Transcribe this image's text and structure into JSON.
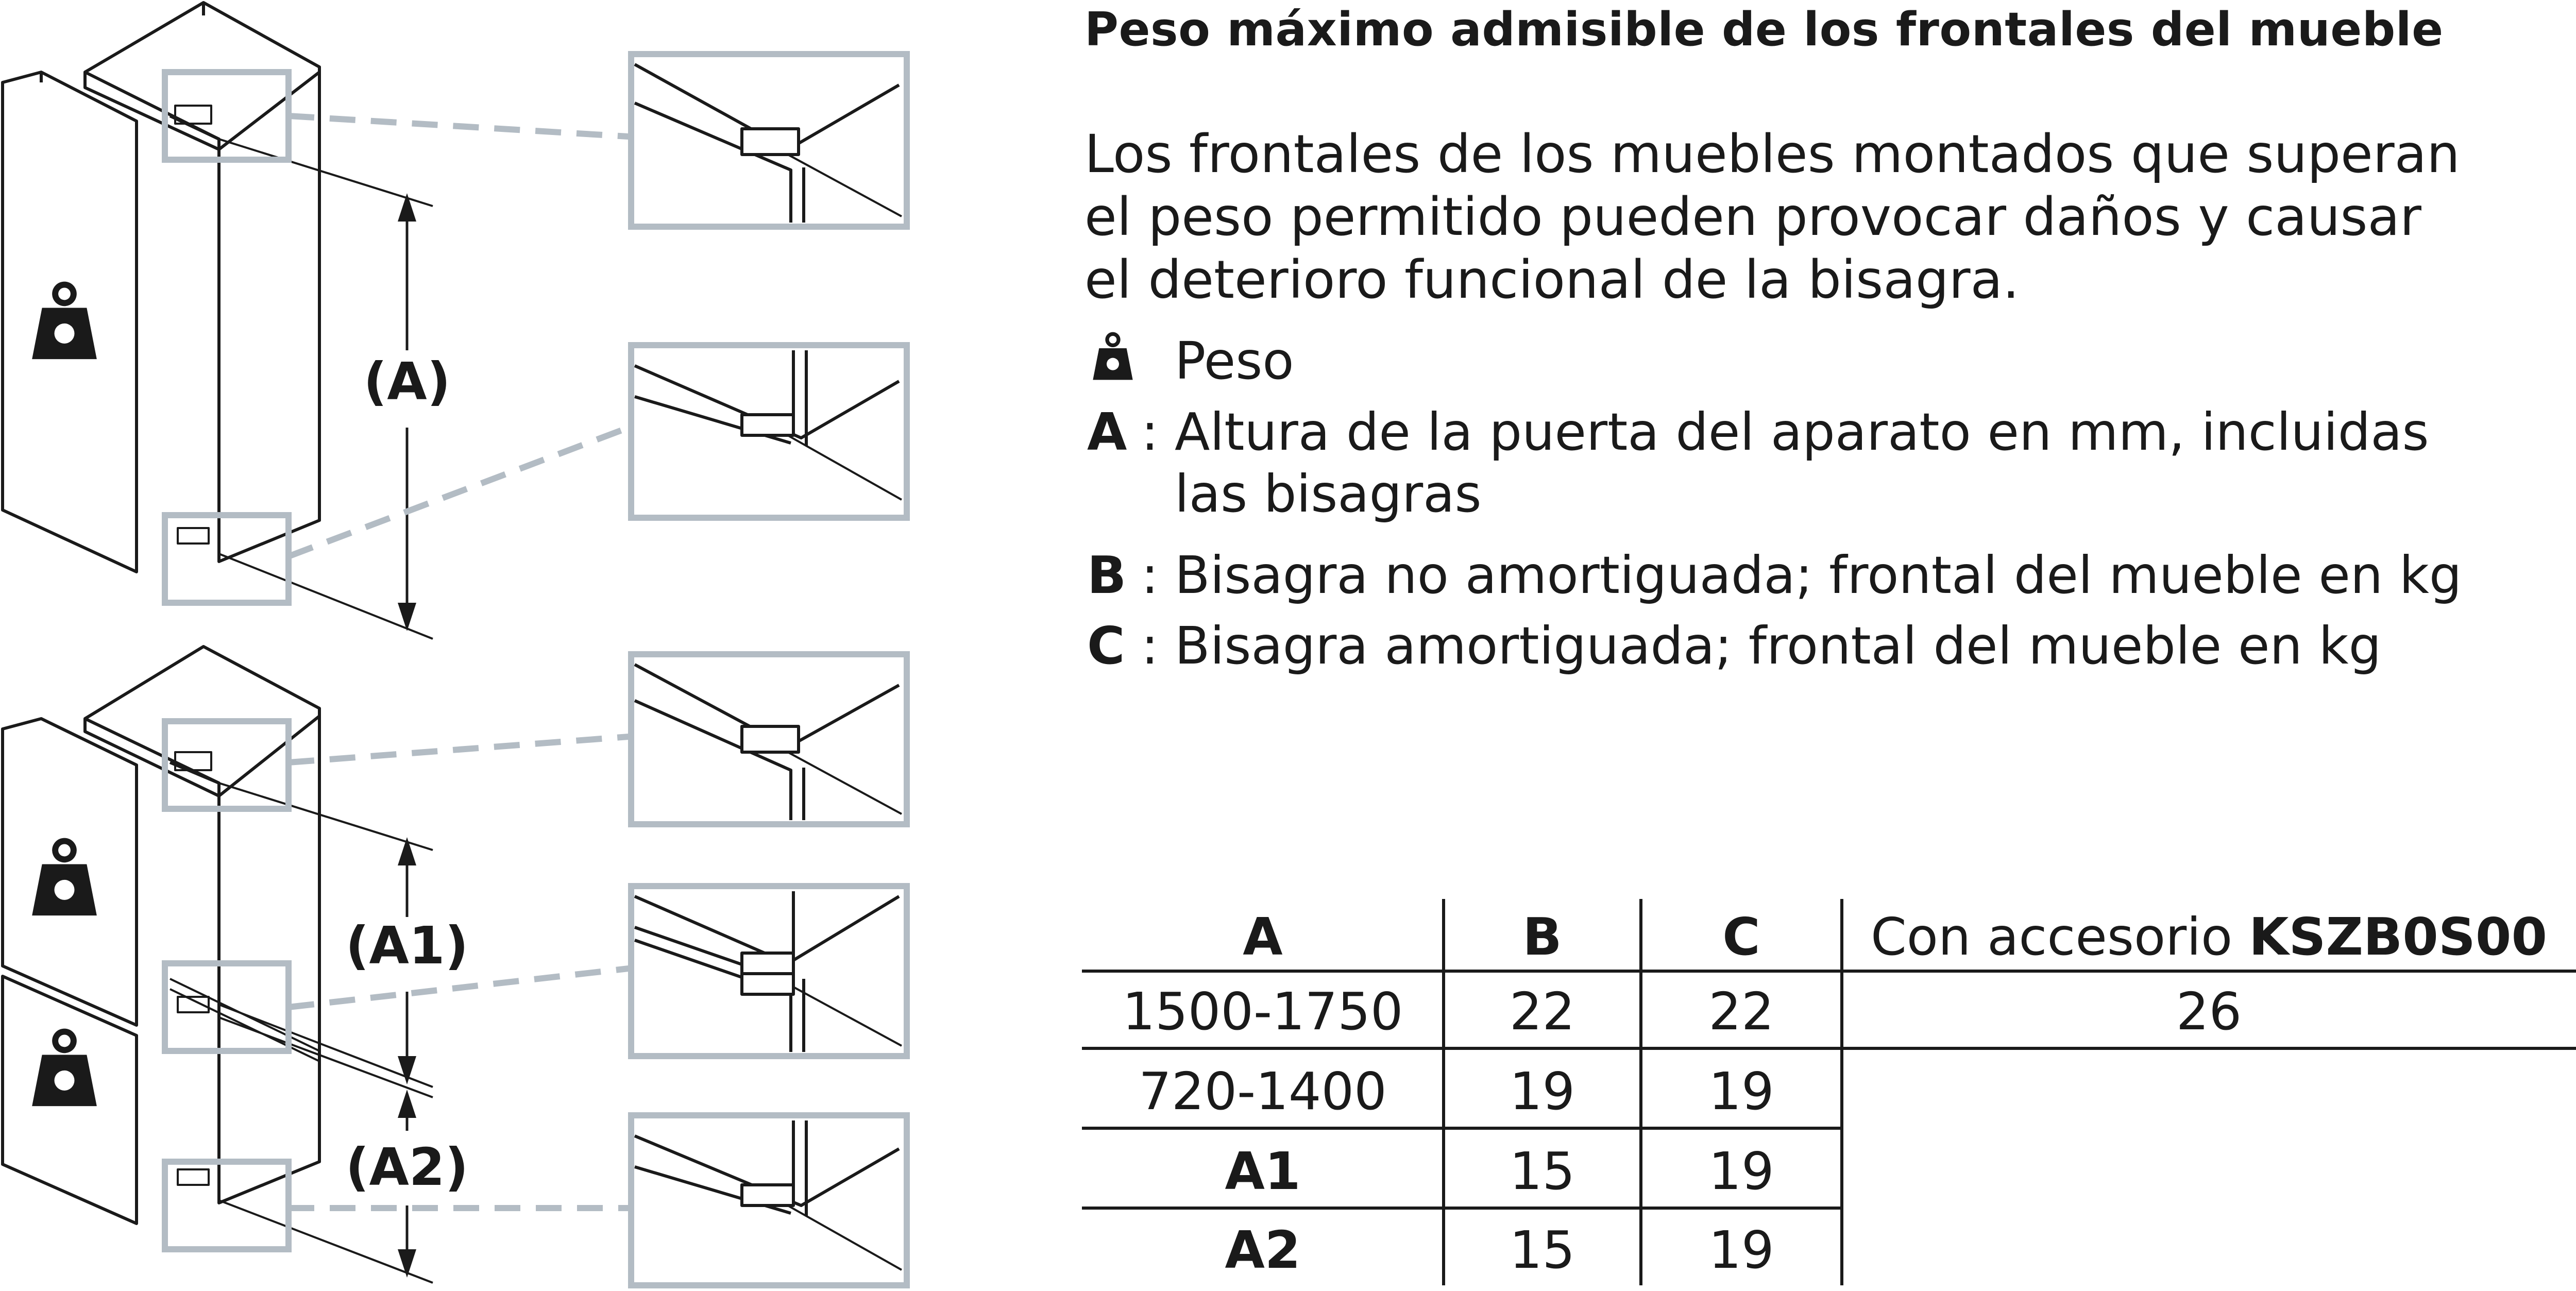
{
  "title": "Peso máximo admisible de los frontales del mueble",
  "paragraph": [
    "Los frontales de los muebles montados que superan",
    "el peso permitido pueden provocar daños y causar",
    "el deterioro funcional de la bisagra."
  ],
  "legend": {
    "weight_label": "Peso",
    "items": [
      {
        "key": "A",
        "lines": [
          "Altura de la puerta del aparato en mm, incluidas",
          "las bisagras"
        ]
      },
      {
        "key": "B",
        "lines": [
          "Bisagra no amortiguada; frontal del mueble en kg"
        ]
      },
      {
        "key": "C",
        "lines": [
          "Bisagra amortiguada; frontal del mueble en kg"
        ]
      }
    ]
  },
  "diagram": {
    "label_A": "(A)",
    "label_A1": "(A1)",
    "label_A2": "(A2)",
    "icons": [
      "weight-icon"
    ]
  },
  "table": {
    "headers": {
      "a": "A",
      "b": "B",
      "c": "C",
      "accessory_prefix": "Con accesorio ",
      "accessory_model": "KSZB0S00"
    },
    "rows": [
      {
        "a": "1500-1750",
        "b": "22",
        "c": "22",
        "accessory": "26"
      },
      {
        "a": "720-1400",
        "b": "19",
        "c": "19",
        "accessory": ""
      },
      {
        "a": "A1",
        "b": "15",
        "c": "19",
        "accessory": ""
      },
      {
        "a": "A2",
        "b": "15",
        "c": "19",
        "accessory": ""
      }
    ]
  },
  "colors": {
    "line": "#1a1a1a",
    "detail_frame": "#b3bcc4"
  }
}
